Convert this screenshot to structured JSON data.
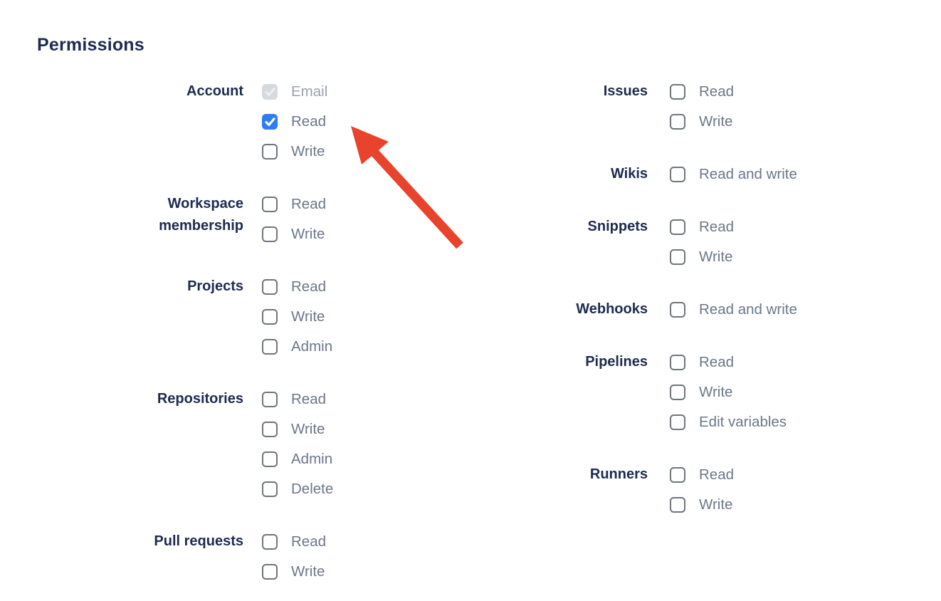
{
  "title": "Permissions",
  "colors": {
    "heading": "#1d2b50",
    "category_label": "#1d2b50",
    "option_label": "#6b7789",
    "option_label_disabled": "#99a1ad",
    "checkbox_border": "#70757d",
    "checkbox_checked_bg": "#2e7df6",
    "checkbox_check": "#ffffff",
    "checkbox_disabled_bg": "#d6d9de",
    "checkbox_disabled_check": "#edeff1",
    "arrow": "#e8432c",
    "background": "#ffffff"
  },
  "columns": [
    {
      "name": "left",
      "groups": [
        {
          "label": "Account",
          "options": [
            {
              "label": "Email",
              "checked": true,
              "disabled": true
            },
            {
              "label": "Read",
              "checked": true,
              "disabled": false
            },
            {
              "label": "Write",
              "checked": false,
              "disabled": false
            }
          ]
        },
        {
          "label": "Workspace membership",
          "options": [
            {
              "label": "Read",
              "checked": false,
              "disabled": false
            },
            {
              "label": "Write",
              "checked": false,
              "disabled": false
            }
          ]
        },
        {
          "label": "Projects",
          "options": [
            {
              "label": "Read",
              "checked": false,
              "disabled": false
            },
            {
              "label": "Write",
              "checked": false,
              "disabled": false
            },
            {
              "label": "Admin",
              "checked": false,
              "disabled": false
            }
          ]
        },
        {
          "label": "Repositories",
          "options": [
            {
              "label": "Read",
              "checked": false,
              "disabled": false
            },
            {
              "label": "Write",
              "checked": false,
              "disabled": false
            },
            {
              "label": "Admin",
              "checked": false,
              "disabled": false
            },
            {
              "label": "Delete",
              "checked": false,
              "disabled": false
            }
          ]
        },
        {
          "label": "Pull requests",
          "options": [
            {
              "label": "Read",
              "checked": false,
              "disabled": false
            },
            {
              "label": "Write",
              "checked": false,
              "disabled": false
            }
          ]
        }
      ]
    },
    {
      "name": "right",
      "groups": [
        {
          "label": "Issues",
          "options": [
            {
              "label": "Read",
              "checked": false,
              "disabled": false
            },
            {
              "label": "Write",
              "checked": false,
              "disabled": false
            }
          ]
        },
        {
          "label": "Wikis",
          "options": [
            {
              "label": "Read and write",
              "checked": false,
              "disabled": false
            }
          ]
        },
        {
          "label": "Snippets",
          "options": [
            {
              "label": "Read",
              "checked": false,
              "disabled": false
            },
            {
              "label": "Write",
              "checked": false,
              "disabled": false
            }
          ]
        },
        {
          "label": "Webhooks",
          "options": [
            {
              "label": "Read and write",
              "checked": false,
              "disabled": false
            }
          ]
        },
        {
          "label": "Pipelines",
          "options": [
            {
              "label": "Read",
              "checked": false,
              "disabled": false
            },
            {
              "label": "Write",
              "checked": false,
              "disabled": false
            },
            {
              "label": "Edit variables",
              "checked": false,
              "disabled": false
            }
          ]
        },
        {
          "label": "Runners",
          "options": [
            {
              "label": "Read",
              "checked": false,
              "disabled": false
            },
            {
              "label": "Write",
              "checked": false,
              "disabled": false
            }
          ]
        }
      ]
    }
  ],
  "annotation": {
    "type": "arrow",
    "points_to": "account-read-checkbox"
  }
}
